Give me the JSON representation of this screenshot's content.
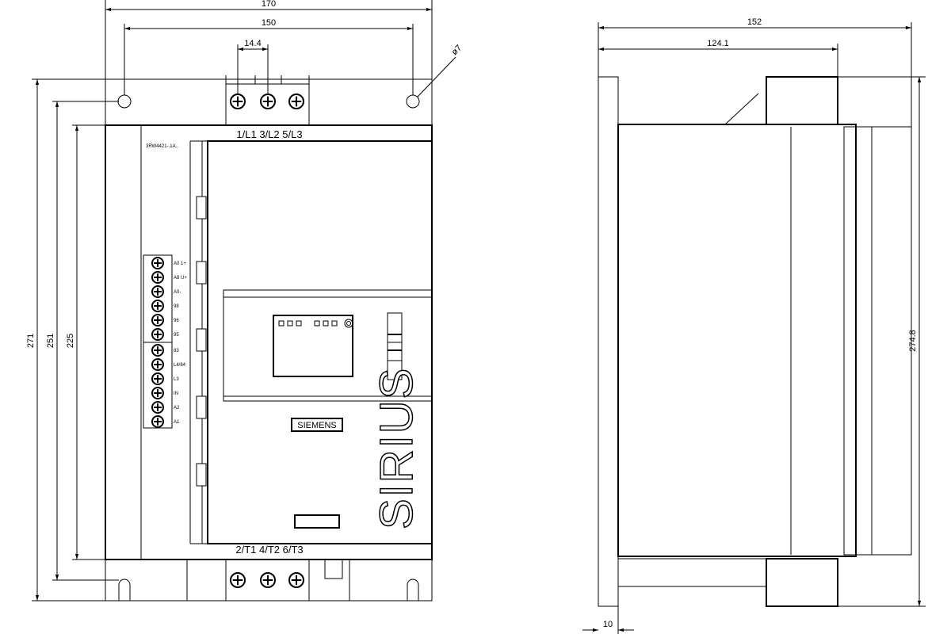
{
  "front_view": {
    "dimensions": {
      "width_overall": "170",
      "hole_spacing": "150",
      "terminal_pitch": "14.4",
      "hole_diameter": "ø7",
      "height_overall": "271",
      "hole_vertical_spacing": "251",
      "body_height": "225"
    },
    "top_terminals": "1/L1  3/L2  5/L3",
    "bottom_terminals": "2/T1  4/T2  6/T3",
    "type_label": "3RW4421-.1A..",
    "control_terminals": [
      "A0 1+",
      "A8 U+",
      "A0-",
      "98",
      "96",
      "95",
      "83",
      "L4/84",
      "L3",
      "IN",
      "A2",
      "A1"
    ],
    "brand": "SIEMENS",
    "product": "SIRIUS"
  },
  "side_view": {
    "dimensions": {
      "depth_overall": "152",
      "depth_mounting": "124.1",
      "height_overall": "274.8",
      "flange": "10"
    }
  }
}
